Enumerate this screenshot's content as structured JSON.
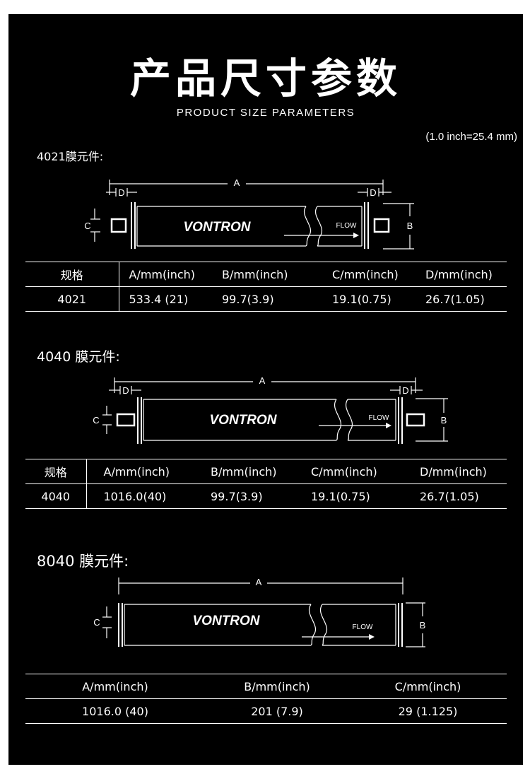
{
  "header": {
    "title": "产品尺寸参数",
    "subtitle": "PRODUCT SIZE PARAMETERS",
    "conversion": "(1.0 inch=25.4 mm)"
  },
  "sections": [
    {
      "heading": "4021膜元件:",
      "diagram": {
        "brand": "VONTRON",
        "flow": "FLOW",
        "dims": [
          "A",
          "D",
          "D",
          "C",
          "B"
        ]
      },
      "table": {
        "headers": [
          "规格",
          "A/mm(inch)",
          "B/mm(inch)",
          "C/mm(inch)",
          "D/mm(inch)"
        ],
        "rows": [
          [
            "4021",
            "533.4 (21)",
            "99.7(3.9)",
            "19.1(0.75)",
            "26.7(1.05)"
          ]
        ]
      }
    },
    {
      "heading": "4040 膜元件:",
      "diagram": {
        "brand": "VONTRON",
        "flow": "FLOW",
        "dims": [
          "A",
          "D",
          "D",
          "C",
          "B"
        ]
      },
      "table": {
        "headers": [
          "规格",
          "A/mm(inch)",
          "B/mm(inch)",
          "C/mm(inch)",
          "D/mm(inch)"
        ],
        "rows": [
          [
            "4040",
            "1016.0(40)",
            "99.7(3.9)",
            "19.1(0.75)",
            "26.7(1.05)"
          ]
        ]
      }
    },
    {
      "heading": "8040 膜元件:",
      "diagram": {
        "brand": "VONTRON",
        "flow": "FLOW",
        "dims": [
          "A",
          "C",
          "B"
        ]
      },
      "table": {
        "headers": [
          "A/mm(inch)",
          "B/mm(inch)",
          "C/mm(inch)"
        ],
        "rows": [
          [
            "1016.0 (40)",
            "201 (7.9)",
            "29 (1.125)"
          ]
        ]
      }
    }
  ]
}
